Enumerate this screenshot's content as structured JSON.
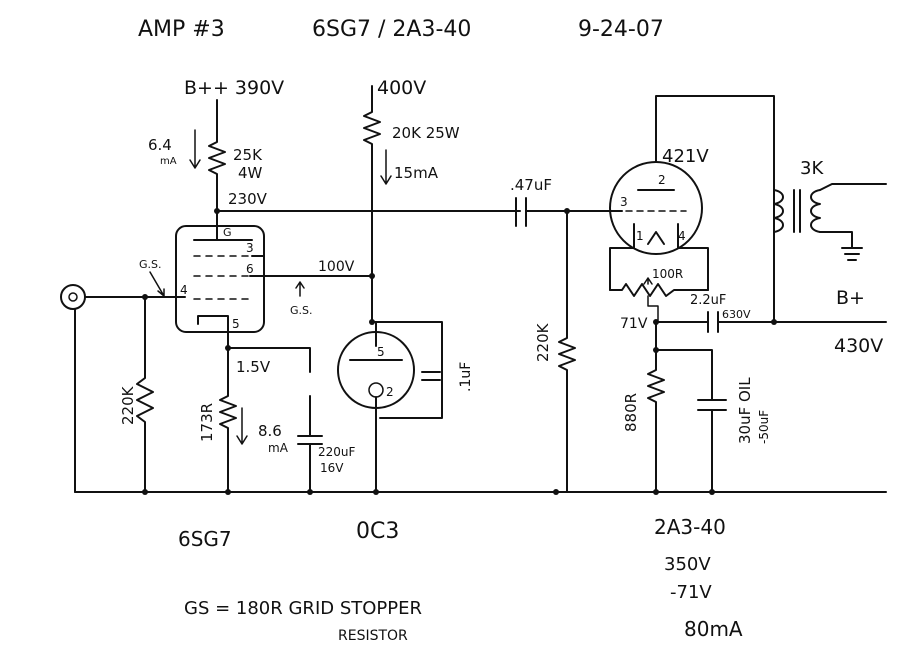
{
  "header": {
    "title": "AMP #3",
    "tubes": "6SG7 / 2A3-40",
    "date": "9-24-07"
  },
  "supply": {
    "bpp": "B++ 390V",
    "v400": "400V",
    "bplus": "B+",
    "bplus_v": "430V"
  },
  "stage1": {
    "current": "6.4",
    "current_unit": "mA",
    "plate_res": "25K",
    "plate_res_w": "4W",
    "plate_v": "230V",
    "gs_in": "G.S.",
    "gs_screen": "G.S.",
    "screen_v": "100V",
    "cathode_v": "1.5V",
    "grid_res": "220K",
    "cathode_res": "173R",
    "cathode_current": "8.6",
    "cathode_current_unit": "mA",
    "bypass_cap": "220uF",
    "bypass_v": "16V",
    "pin_g": "G",
    "pin_3": "3",
    "pin_6": "6",
    "pin_4": "4",
    "pin_5": "5"
  },
  "regulator": {
    "drop_res": "20K 25W",
    "drop_current": "15mA",
    "pin_5": "5",
    "pin_2": "2",
    "cap": ".1uF"
  },
  "stage2": {
    "coupling_cap": ".47uF",
    "grid_res": "220K",
    "plate_v": "421V",
    "hum_pot": "100R",
    "cathode_v": "71V",
    "cathode_res": "880R",
    "cathode_cap": "30uF OIL",
    "cathode_cap_v": "-50uF",
    "bypass_cap": "2.2uF",
    "bypass_cap_v": "630V",
    "transformer": "3K",
    "pin_2": "2",
    "pin_3": "3",
    "pin_1": "1",
    "pin_4": "4"
  },
  "bottom": {
    "tube1": "6SG7",
    "tube_reg": "0C3",
    "tube2": "2A3-40",
    "op_v": "350V",
    "op_bias": "-71V",
    "op_current": "80mA",
    "note": "GS = 180R GRID STOPPER",
    "note2": "RESISTOR"
  }
}
